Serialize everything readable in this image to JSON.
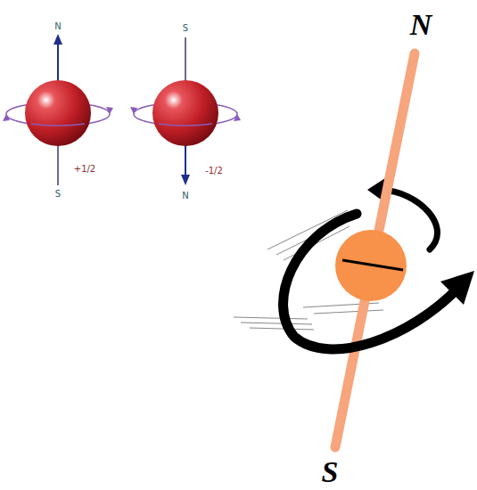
{
  "diagram": {
    "labels": [
      "N",
      "S",
      "N",
      "S",
      "+1/2",
      "N",
      "-1/2",
      "S"
    ]
  }
}
